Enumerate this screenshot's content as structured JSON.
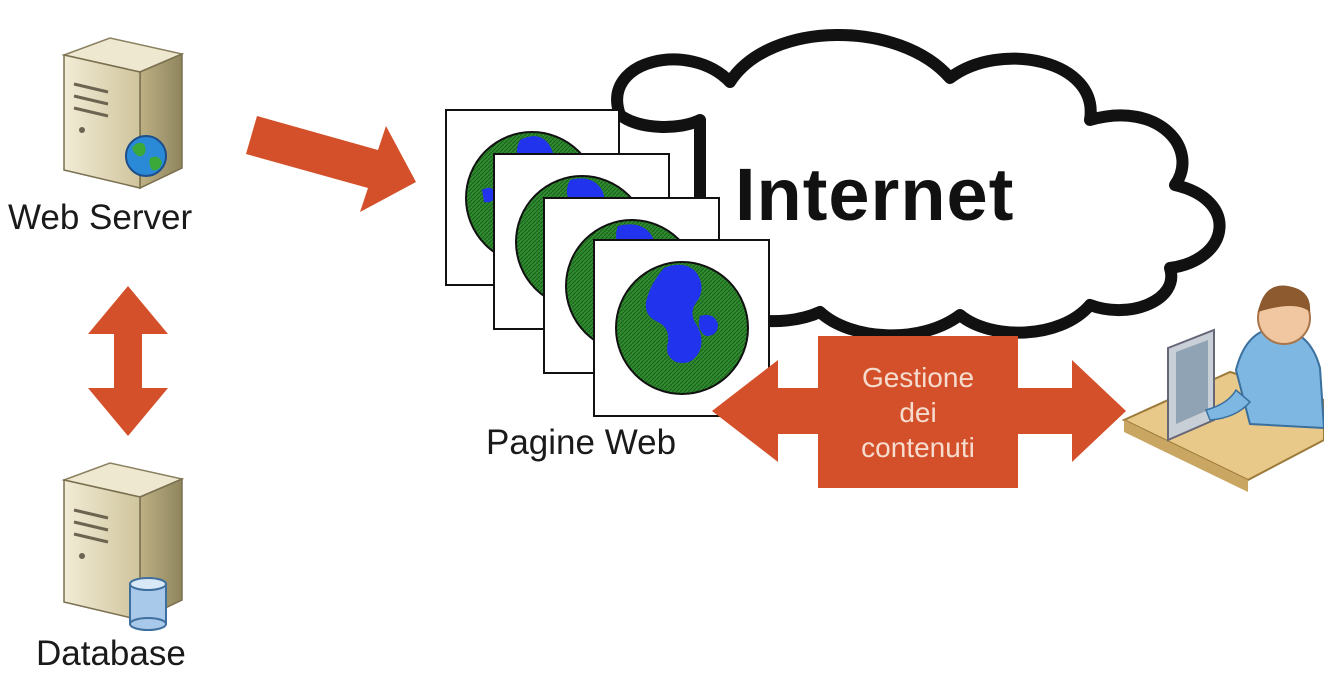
{
  "labels": {
    "web_server": "Web Server",
    "database": "Database",
    "pagine_web": "Pagine Web",
    "internet": "Internet",
    "gestione": [
      "Gestione",
      "dei",
      "contenuti"
    ]
  },
  "colors": {
    "arrow": "#d4502a",
    "globe_land": "#2a8a2a",
    "globe_water": "#2233ee",
    "server_body": "#d9cfaa",
    "person_shirt": "#7fb7e3"
  },
  "icons": [
    "server-icon",
    "database-icon",
    "globe-icon",
    "cloud-icon",
    "person-at-computer-icon"
  ]
}
